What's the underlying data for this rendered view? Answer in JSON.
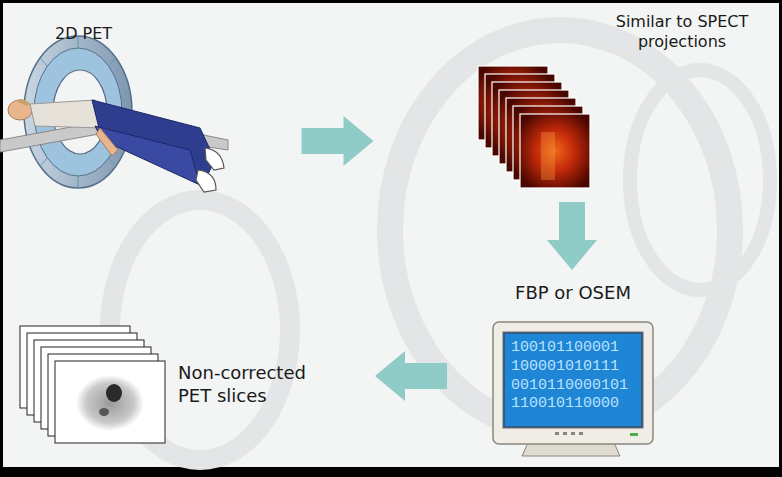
{
  "diagram": {
    "nodes": [
      {
        "text": [
          "2D PET"
        ]
      },
      {
        "text": [
          "Similar to SPECT projections"
        ]
      },
      {
        "text": [
          "FBP or OSEM",
          "100101100001 100001010111 0010110000101 110010110000"
        ]
      },
      {
        "text": [
          "Non-corrected PET slices"
        ]
      }
    ],
    "edges": [
      {
        "from": 0,
        "to": 1,
        "arrow": "to"
      },
      {
        "from": 1,
        "to": 2,
        "arrow": "to"
      },
      {
        "from": 2,
        "to": 3,
        "arrow": "to"
      }
    ]
  }
}
